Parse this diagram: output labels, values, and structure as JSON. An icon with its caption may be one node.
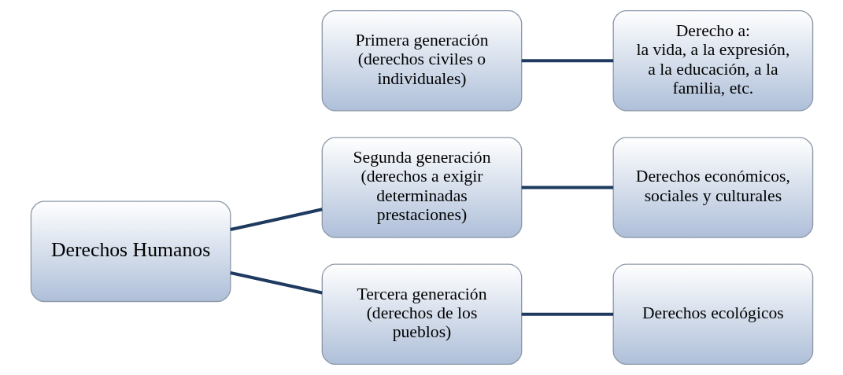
{
  "diagram": {
    "nodes": [
      {
        "text": [
          "Derechos Humanos"
        ]
      },
      {
        "text": [
          "Primera generación (derechos civiles o individuales)"
        ]
      },
      {
        "text": [
          "Derecho a:",
          "la vida, a la expresión, a la educación, a la familia, etc."
        ]
      },
      {
        "text": [
          "Segunda generación",
          "(derechos a exigir determinadas prestaciones)"
        ]
      },
      {
        "text": [
          "Derechos económicos, sociales y culturales"
        ]
      },
      {
        "text": [
          "Tercera generación (derechos de los pueblos)"
        ]
      },
      {
        "text": [
          "Derechos ecológicos"
        ]
      }
    ],
    "edges": [
      {
        "from": 0,
        "to": 3,
        "arrow": "none"
      },
      {
        "from": 0,
        "to": 5,
        "arrow": "none"
      },
      {
        "from": 1,
        "to": 2,
        "arrow": "none"
      },
      {
        "from": 3,
        "to": 4,
        "arrow": "none"
      },
      {
        "from": 5,
        "to": 6,
        "arrow": "none"
      }
    ]
  }
}
